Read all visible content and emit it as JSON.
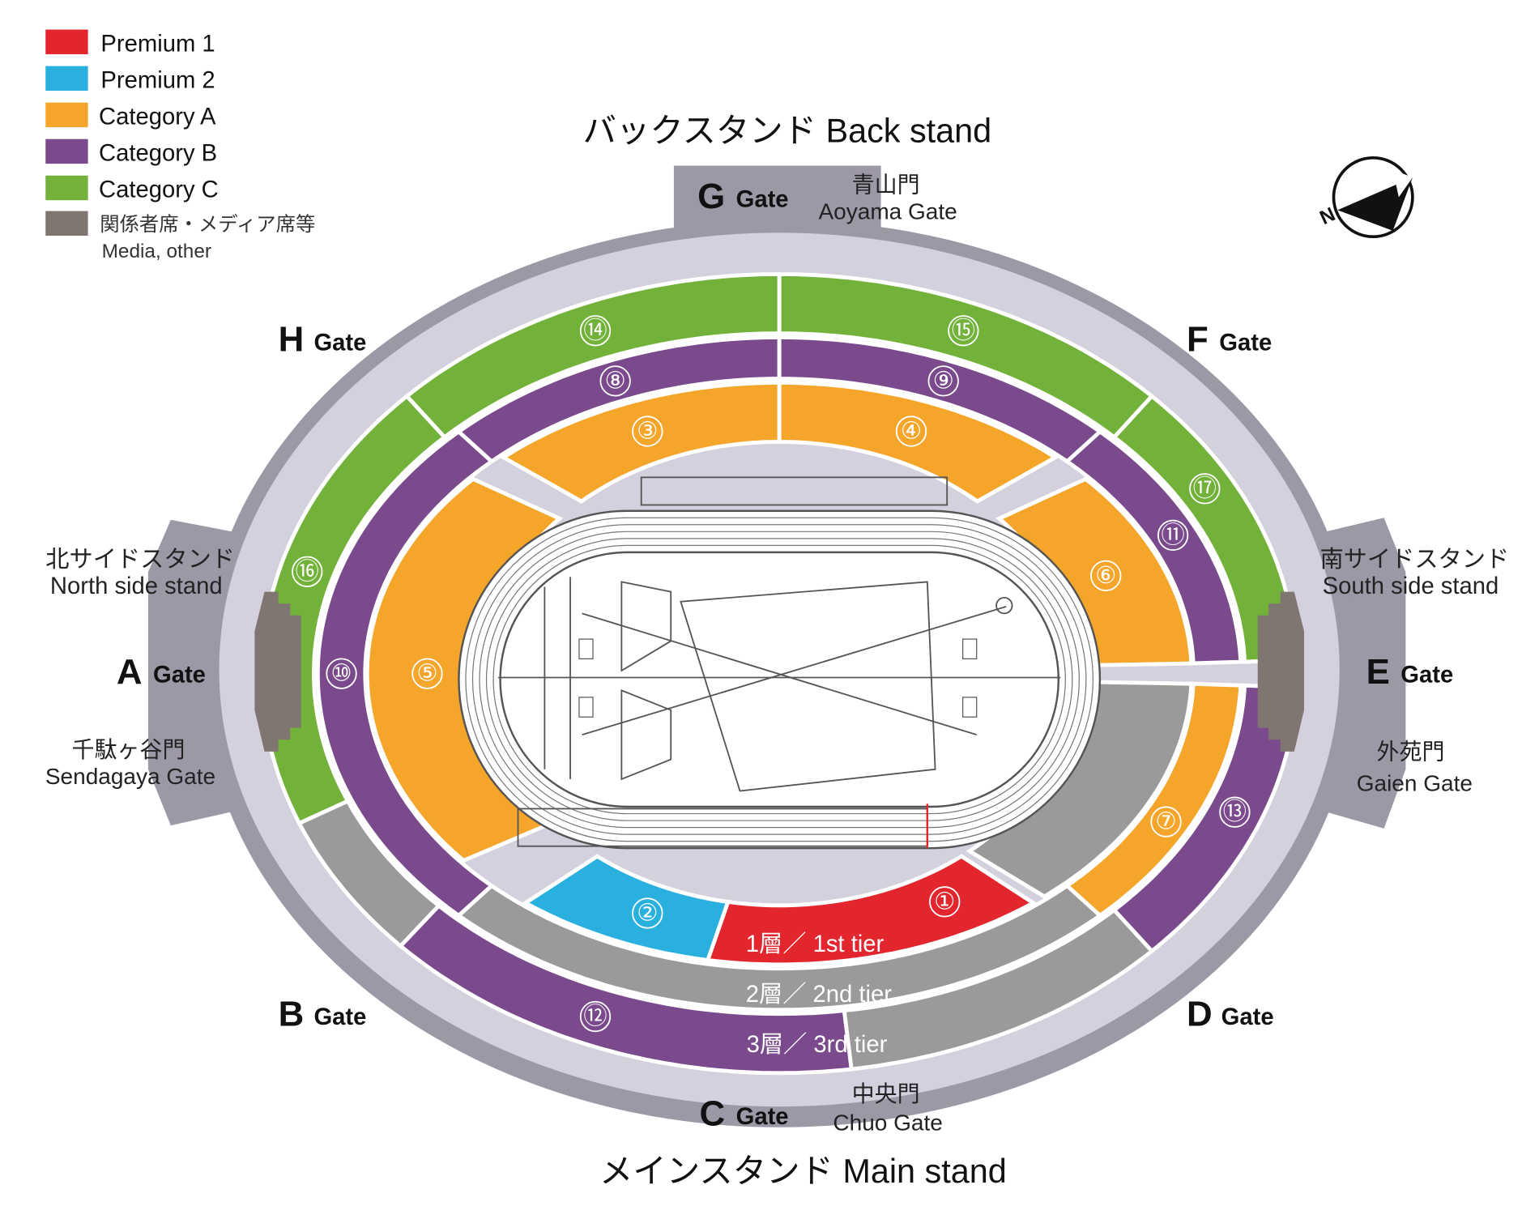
{
  "legend": [
    {
      "label": "Premium 1",
      "color": "#e3262d"
    },
    {
      "label": "Premium 2",
      "color": "#2ab0df"
    },
    {
      "label": "Category A",
      "color": "#f5a52a"
    },
    {
      "label": "Category B",
      "color": "#7a4a8c"
    },
    {
      "label": "Category C",
      "color": "#73b23a"
    },
    {
      "label": "関係者席・メディア席等",
      "label2": "Media, other",
      "color": "#7f7571"
    }
  ],
  "colors": {
    "other_seating": "#9a9a9a",
    "outer_band": "#9d98a6",
    "concourse": "#d4d0de",
    "track": "#555555"
  },
  "stands": {
    "back": "バックスタンド Back stand",
    "main": "メインスタンド Main stand",
    "north_jp": "北サイドスタンド",
    "north_en": "North side stand",
    "south_jp": "南サイドスタンド",
    "south_en": "South side stand"
  },
  "gates": {
    "word": "Gate",
    "A": {
      "letter": "A",
      "jp": "千駄ヶ谷門",
      "en": "Sendagaya Gate"
    },
    "B": {
      "letter": "B"
    },
    "C": {
      "letter": "C",
      "jp": "中央門",
      "en": "Chuo Gate"
    },
    "D": {
      "letter": "D"
    },
    "E": {
      "letter": "E",
      "jp": "外苑門",
      "en": "Gaien Gate"
    },
    "F": {
      "letter": "F"
    },
    "G": {
      "letter": "G",
      "jp": "青山門",
      "en": "Aoyama Gate"
    },
    "H": {
      "letter": "H"
    }
  },
  "tiers": {
    "t1": "1層／ 1st tier",
    "t2": "2層／ 2nd tier",
    "t3": "3層／ 3rd tier"
  },
  "compass": {
    "label": "N",
    "icon": "north-arrow-icon"
  },
  "sections": [
    {
      "num": "①",
      "category": "Premium 1",
      "tier": 1
    },
    {
      "num": "②",
      "category": "Premium 2",
      "tier": 1
    },
    {
      "num": "③",
      "category": "Category A",
      "tier": 1
    },
    {
      "num": "④",
      "category": "Category A",
      "tier": 1
    },
    {
      "num": "⑤",
      "category": "Category A",
      "tier": 1
    },
    {
      "num": "⑥",
      "category": "Category A",
      "tier": 1
    },
    {
      "num": "⑦",
      "category": "Category A",
      "tier": 2
    },
    {
      "num": "⑧",
      "category": "Category B",
      "tier": 2
    },
    {
      "num": "⑨",
      "category": "Category B",
      "tier": 2
    },
    {
      "num": "⑩",
      "category": "Category B",
      "tier": 2
    },
    {
      "num": "⑪",
      "category": "Category B",
      "tier": 2
    },
    {
      "num": "⑫",
      "category": "Category B",
      "tier": 3
    },
    {
      "num": "⑬",
      "category": "Category B",
      "tier": 3
    },
    {
      "num": "⑭",
      "category": "Category C",
      "tier": 3
    },
    {
      "num": "⑮",
      "category": "Category C",
      "tier": 3
    },
    {
      "num": "⑯",
      "category": "Category C",
      "tier": 3
    },
    {
      "num": "⑰",
      "category": "Category C",
      "tier": 3
    }
  ]
}
